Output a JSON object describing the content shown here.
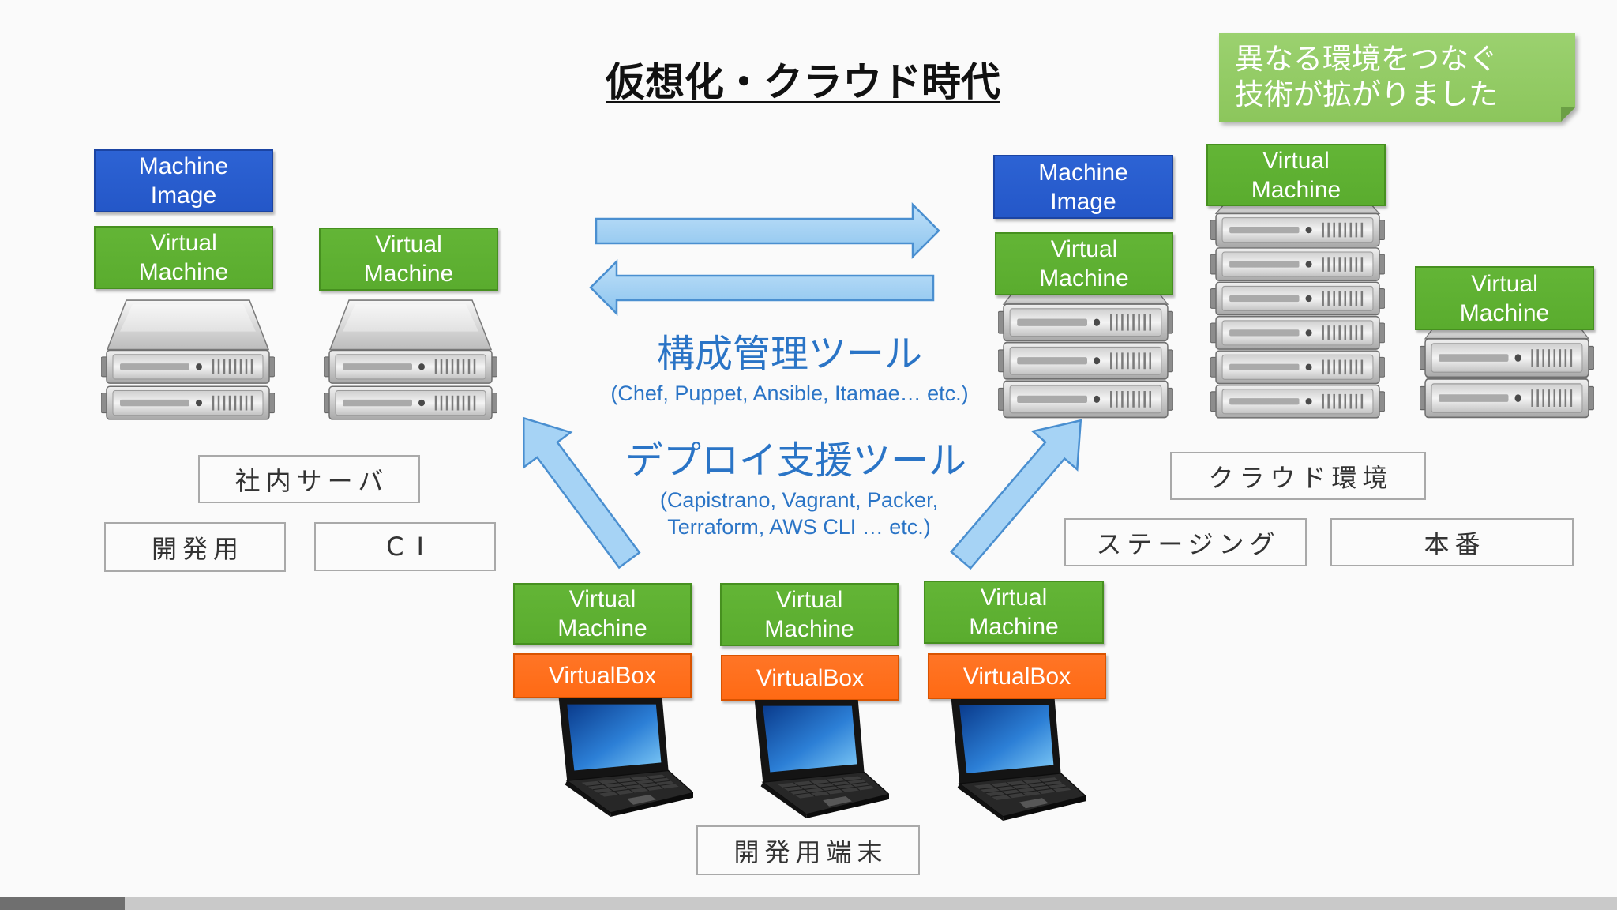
{
  "slide": {
    "title": "仮想化・クラウド時代",
    "note": "異なる環境をつなぐ\n技術が拡がりました",
    "on_premise": {
      "machine_image": "Machine\nImage",
      "vms": [
        "Virtual\nMachine",
        "Virtual\nMachine"
      ],
      "group_label": "社内サーバ",
      "dev_label": "開発用",
      "ci_label": "CI"
    },
    "tools": {
      "config_title": "構成管理ツール",
      "config_examples": "(Chef, Puppet, Ansible, Itamae… etc.)",
      "deploy_title": "デプロイ支援ツール",
      "deploy_examples": "(Capistrano, Vagrant, Packer,\nTerraform, AWS CLI … etc.)"
    },
    "dev_terminals": {
      "machines": [
        {
          "vm": "Virtual\nMachine",
          "hypervisor": "VirtualBox"
        },
        {
          "vm": "Virtual\nMachine",
          "hypervisor": "VirtualBox"
        },
        {
          "vm": "Virtual\nMachine",
          "hypervisor": "VirtualBox"
        }
      ],
      "label": "開発用端末"
    },
    "cloud": {
      "machine_image": "Machine\nImage",
      "vms": [
        "Virtual\nMachine",
        "Virtual\nMachine",
        "Virtual\nMachine"
      ],
      "group_label": "クラウド環境",
      "staging_label": "ステージング",
      "production_label": "本番"
    }
  },
  "colors": {
    "machine_image": "#2457c8",
    "virtual_machine": "#5aac2e",
    "virtualbox": "#ff6a14",
    "note": "#8cc65c",
    "tool_text": "#2a74c6",
    "arrow_fill": "#9dcdf3",
    "background": "#fafafa"
  },
  "icons": {
    "server": "server-icon",
    "laptop": "laptop-icon",
    "arrow": "block-arrow-icon"
  },
  "player": {
    "progress": 0.077
  }
}
